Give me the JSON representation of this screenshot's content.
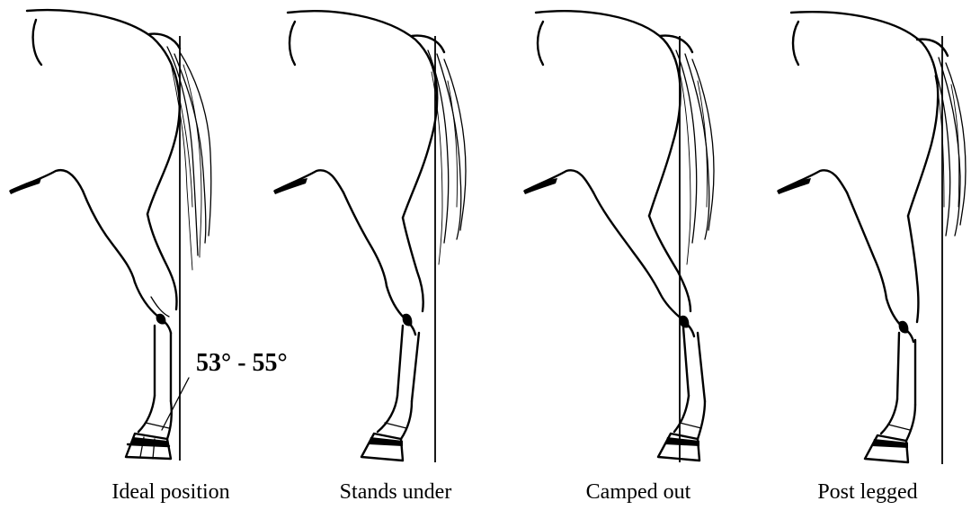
{
  "figure": {
    "panels": [
      {
        "id": "ideal",
        "caption": "Ideal position",
        "annotation": "53° - 55°"
      },
      {
        "id": "under",
        "caption": "Stands under"
      },
      {
        "id": "camped",
        "caption": "Camped out"
      },
      {
        "id": "post",
        "caption": "Post legged"
      }
    ]
  }
}
